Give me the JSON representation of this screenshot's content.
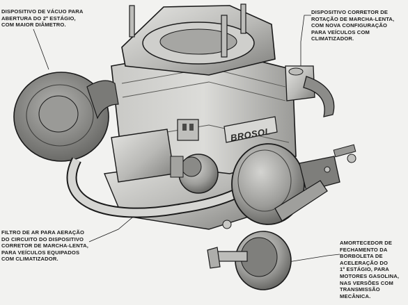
{
  "callouts": {
    "vacuum_device": "DISPOSITIVO DE VÁCUO PARA\nABERTURA DO 2º ESTÁGIO,\nCOM MAIOR DIÂMETRO.",
    "idle_corrector": "DISPOSITIVO CORRETOR DE\nROTAÇÃO DE MARCHA-LENTA,\nCOM NOVA CONFIGURAÇÃO\nPARA VEÍCULOS COM\nCLIMATIZADOR.",
    "air_filter": "FILTRO DE AR PARA AERAÇÃO\nDO CIRCUITO DO DISPOSITIVO\nCORRETOR DE MARCHA-LENTA,\nPARA VEÍCULOS EQUIPADOS\nCOM CLIMATIZADOR.",
    "damper": "AMORTECEDOR DE\nFECHAMENTO DA\nBORBOLETA DE\nACELERAÇÃO DO\n1º ESTÁGIO, PARA\nMOTORES GASOLINA,\nNAS VERSÕES COM\nTRANSMISSÃO\nMECÂNICA."
  },
  "body_marking": "BROSOL",
  "colors": {
    "ink": "#1a1a1a",
    "paper": "#f2f2f0",
    "metal_light": "#d9d9d6",
    "metal_mid": "#a9a9a6",
    "metal_dark": "#6e6e6b",
    "rubber": "#8c8c89"
  }
}
